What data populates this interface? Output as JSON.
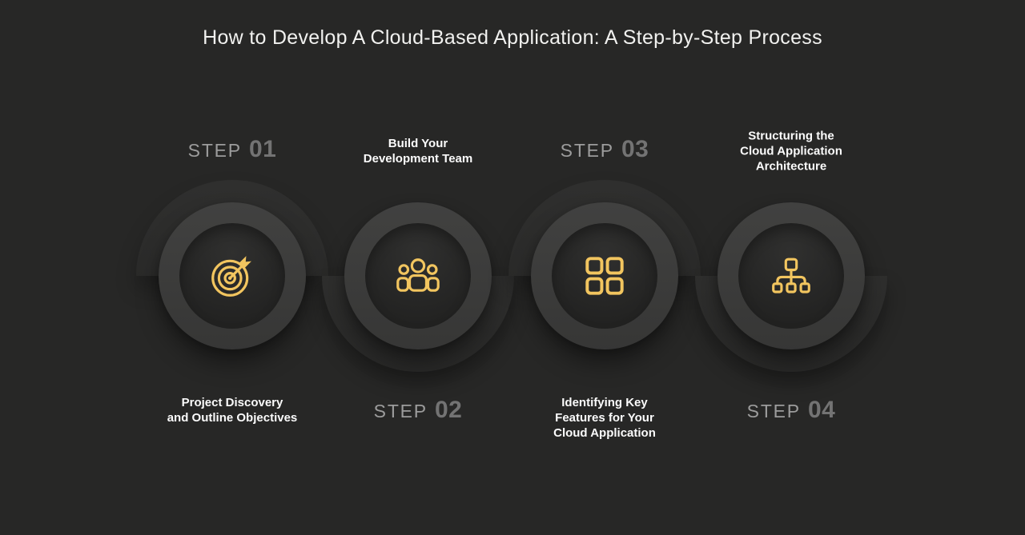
{
  "title": "How to Develop A Cloud-Based Application: A Step-by-Step Process",
  "steps": [
    {
      "step_word": "STEP",
      "number": "01",
      "description": "Project Discovery\nand Outline Objectives",
      "icon": "target-icon",
      "label_position": "top",
      "description_position": "bottom"
    },
    {
      "step_word": "STEP",
      "number": "02",
      "description": "Build Your\nDevelopment Team",
      "icon": "team-icon",
      "label_position": "bottom",
      "description_position": "top"
    },
    {
      "step_word": "STEP",
      "number": "03",
      "description": "Identifying Key\nFeatures for Your\nCloud Application",
      "icon": "grid-icon",
      "label_position": "top",
      "description_position": "bottom"
    },
    {
      "step_word": "STEP",
      "number": "04",
      "description": "Structuring the\nCloud Application\nArchitecture",
      "icon": "sitemap-icon",
      "label_position": "bottom",
      "description_position": "top"
    }
  ],
  "colors": {
    "background": "#272726",
    "accent": "#F2C55F",
    "title_text": "#F1F1EF",
    "description_text": "#FBFBFB",
    "step_word": "#9C9C9C",
    "step_number": "#737373",
    "arc": "#2C2C2B",
    "ring": "#3B3B3A",
    "inner_circle": "#292928"
  }
}
